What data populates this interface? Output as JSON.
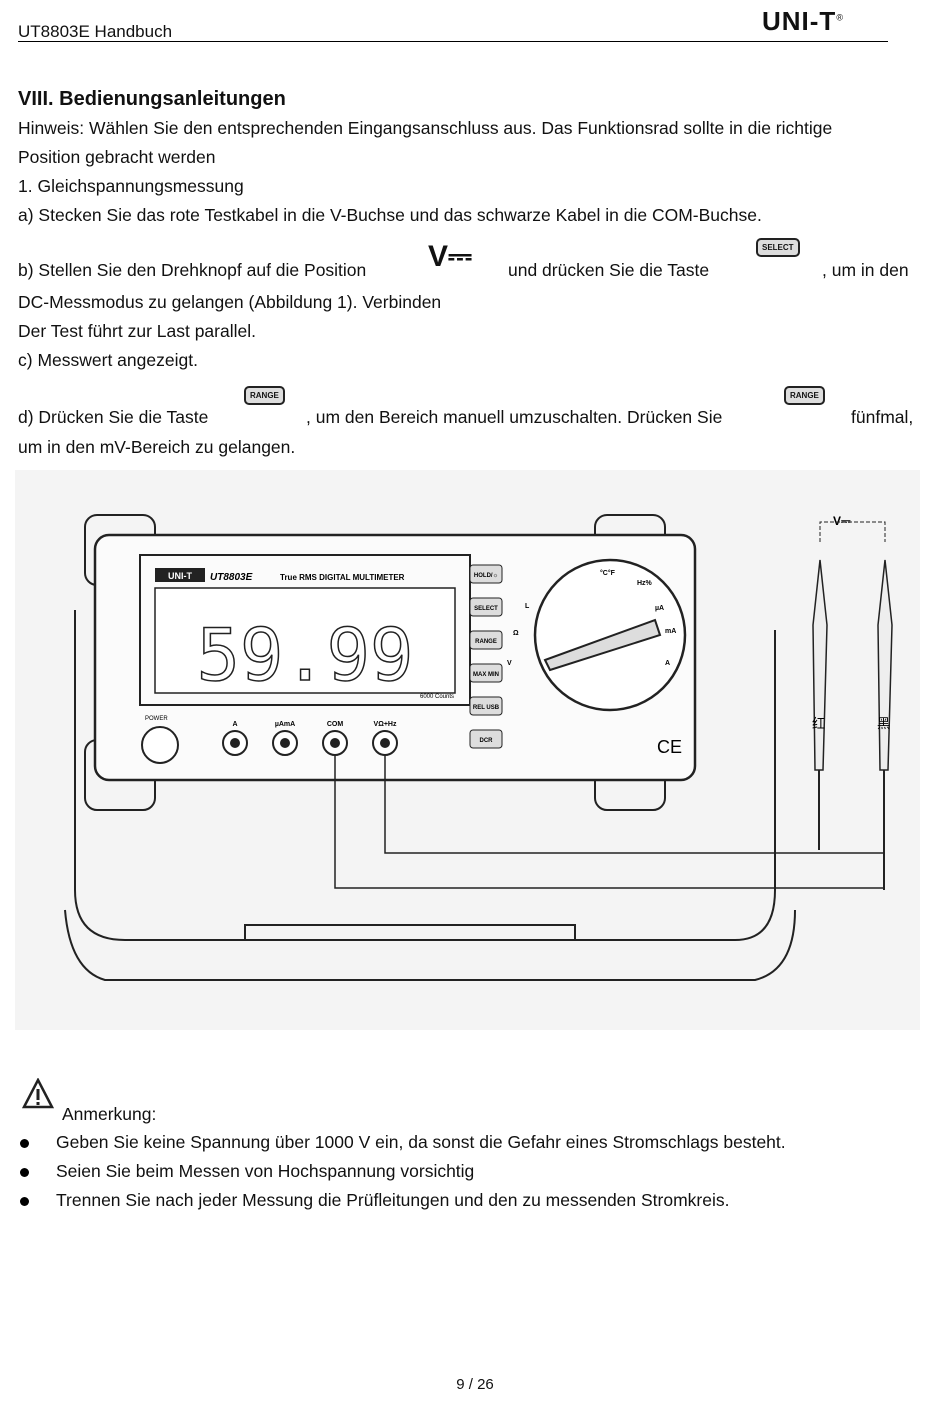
{
  "header": {
    "title": "UT8803E Handbuch",
    "logo": "UNI-T",
    "logo_mark": "®"
  },
  "section": {
    "heading": "VIII. Bedienungsanleitungen",
    "note_line1": "Hinweis: Wählen Sie den entsprechenden Eingangsanschluss aus. Das Funktionsrad sollte in die richtige",
    "note_line2": "Position gebracht werden",
    "step_title": "1. Gleichspannungsmessung",
    "step_a": "a) Stecken Sie das rote Testkabel in die V-Buchse und das schwarze Kabel in die COM-Buchse.",
    "step_b_part1": "b) Stellen Sie den Drehknopf auf die Position",
    "step_b_part2": "und drücken Sie die Taste",
    "step_b_part3": ", um in den",
    "step_b_line2": "DC-Messmodus zu gelangen (Abbildung 1). Verbinden",
    "step_b_line3": "Der Test führt zur Last parallel.",
    "step_c": "c) Messwert angezeigt.",
    "step_d_part1": "d) Drücken Sie die Taste",
    "step_d_part2": ", um den Bereich manuell umzuschalten. Drücken Sie",
    "step_d_part3": "fünfmal,",
    "step_d_line2": "um in den mV-Bereich zu gelangen.",
    "icon_position": "V⎓",
    "key_select": "SELECT",
    "key_range": "RANGE"
  },
  "figure": {
    "brand": "UNI-T",
    "model": "UT8803E",
    "subtitle": "True RMS DIGITAL MULTIMETER",
    "display_value": "59.99",
    "counts": "6000 Counts",
    "power_label": "POWER",
    "buttons": [
      "HOLD/☼",
      "SELECT",
      "RANGE",
      "MAX MIN",
      "REL USB",
      "DCR"
    ],
    "jacks": [
      "A",
      "µAmA",
      "COM",
      "VΩ+Hz"
    ],
    "dial_labels": [
      "°C°F",
      "Hz%",
      "µA",
      "mA",
      "A",
      "V",
      "Ω",
      "L"
    ],
    "probe_label": "V⎓",
    "probe_red": "红",
    "probe_black": "黑",
    "ce": "CE"
  },
  "notes": {
    "title": "Anmerkung:",
    "items": [
      "Geben Sie keine Spannung über 1000 V ein, da sonst die Gefahr eines Stromschlags besteht.",
      "Seien Sie beim Messen von Hochspannung vorsichtig",
      "Trennen Sie nach jeder Messung die Prüfleitungen und den zu messenden Stromkreis."
    ]
  },
  "footer": {
    "page": "9 / 26"
  }
}
